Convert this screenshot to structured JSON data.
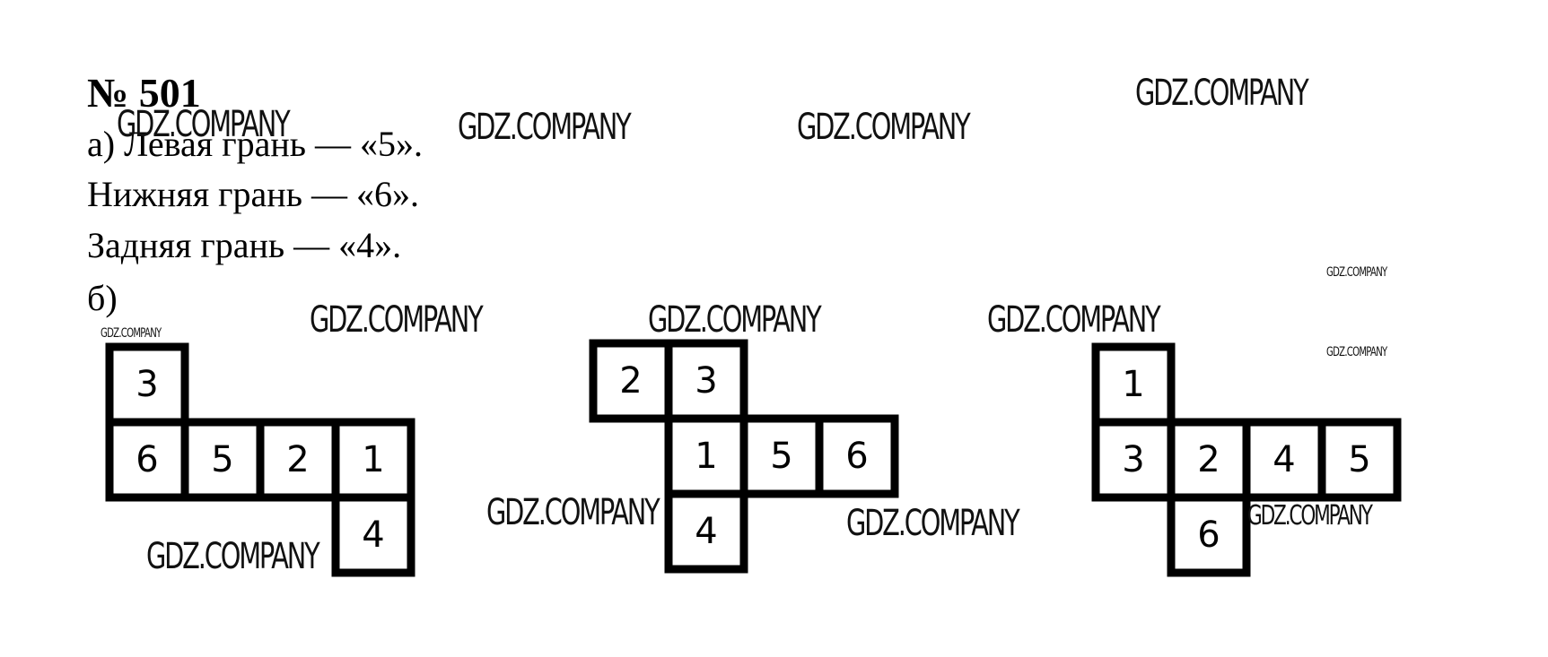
{
  "problem": {
    "title": "№ 501",
    "line_a": "а) Левая грань — «5».",
    "line_b": "Нижняя грань — «6».",
    "line_c": "Задняя грань — «4».",
    "line_d": "б)"
  },
  "watermark": "GDZ.COMPANY",
  "nets": [
    {
      "cells": [
        {
          "num": "3",
          "col": 0,
          "row": 0
        },
        {
          "num": "6",
          "col": 0,
          "row": 1
        },
        {
          "num": "5",
          "col": 1,
          "row": 1
        },
        {
          "num": "2",
          "col": 2,
          "row": 1
        },
        {
          "num": "1",
          "col": 3,
          "row": 1
        },
        {
          "num": "4",
          "col": 3,
          "row": 2
        }
      ]
    },
    {
      "cells": [
        {
          "num": "2",
          "col": 0,
          "row": 0
        },
        {
          "num": "3",
          "col": 1,
          "row": 0
        },
        {
          "num": "1",
          "col": 1,
          "row": 1
        },
        {
          "num": "5",
          "col": 2,
          "row": 1
        },
        {
          "num": "6",
          "col": 3,
          "row": 1
        },
        {
          "num": "4",
          "col": 1,
          "row": 2
        }
      ]
    },
    {
      "cells": [
        {
          "num": "1",
          "col": 0,
          "row": 0
        },
        {
          "num": "3",
          "col": 0,
          "row": 1
        },
        {
          "num": "2",
          "col": 1,
          "row": 1
        },
        {
          "num": "4",
          "col": 2,
          "row": 1
        },
        {
          "num": "5",
          "col": 3,
          "row": 1
        },
        {
          "num": "6",
          "col": 1,
          "row": 2
        }
      ]
    }
  ]
}
